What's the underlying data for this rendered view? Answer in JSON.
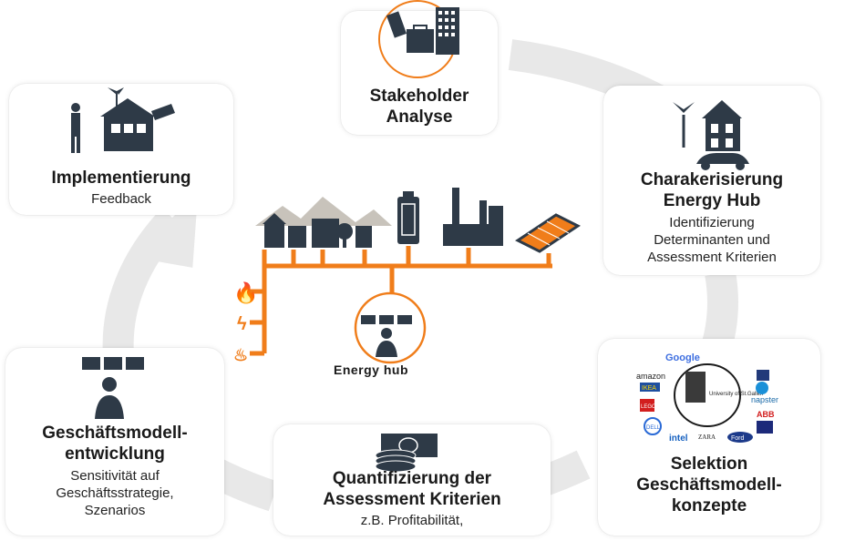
{
  "colors": {
    "accent": "#f07d1a",
    "icon": "#2e3a47",
    "ring": "#e6e6e6"
  },
  "stakeholder": {
    "title": "Stakeholder\nAnalyse",
    "icon": "stakeholder-icon"
  },
  "charakterisierung": {
    "title": "Charakerisierung\nEnergy Hub",
    "subtitle": "Identifizierung\nDeterminanten und\nAssessment Kriterien"
  },
  "selektion": {
    "title": "Selektion\nGeschäftsmodell-\nkonzepte",
    "logos": [
      "Google",
      "amazon",
      "IKEA",
      "LEGO",
      "DELL",
      "intel",
      "ZARA",
      "Ford",
      "napster",
      "ABB"
    ]
  },
  "quantifizierung": {
    "title": "Quantifizierung der\nAssessment Kriterien",
    "subtitle": "z.B. Profitabilität,"
  },
  "geschaeftsmodell": {
    "title": "Geschäftsmodell-\nentwicklung",
    "subtitle": "Sensitivität auf\nGeschäftsstrategie,\nSzenarios"
  },
  "implementierung": {
    "title": "Implementierung",
    "subtitle": "Feedback"
  },
  "hub": {
    "label": "Energy hub"
  }
}
